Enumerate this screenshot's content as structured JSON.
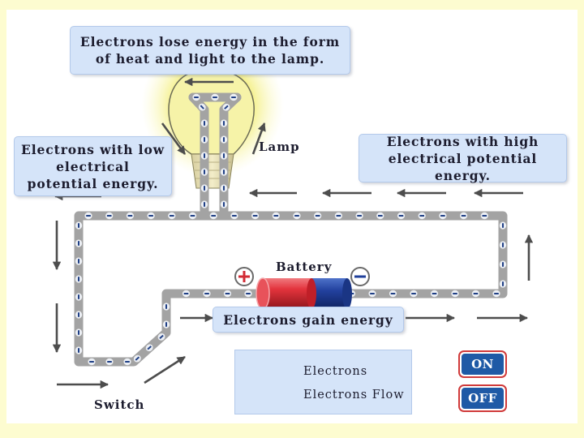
{
  "callouts": {
    "lamp_energy": "Electrons lose energy in the form\nof heat and light to the lamp.",
    "low_potential": "Electrons with low\nelectrical\npotential energy.",
    "high_potential": "Electrons with high\nelectrical potential energy.",
    "gain_energy": "Electrons gain energy"
  },
  "labels": {
    "lamp": "Lamp",
    "battery": "Battery",
    "switch": "Switch"
  },
  "legend": {
    "electrons": "Electrons",
    "electrons_flow": "Electrons Flow"
  },
  "buttons": {
    "on": "ON",
    "off": "OFF"
  },
  "symbols": {
    "electron": "−",
    "plus": "+",
    "minus": "−"
  },
  "colors": {
    "background": "#fdfcd0",
    "callout": "#d5e4f9",
    "wire": "#a3a3a3",
    "electron_fill": "#eceff4",
    "electron_mark": "#1f3f85",
    "arrow": "#4d4d4d",
    "battery_red": "#d22a33",
    "battery_blue": "#1f3f9a",
    "button_blue": "#1f5aa6",
    "button_border": "#d03a3a",
    "lamp_glow": "#f4f06a"
  },
  "icons": {
    "electron": "minus-circle-icon",
    "flow": "arrow-right-icon",
    "positive_terminal": "plus-circle-icon",
    "negative_terminal": "minus-circle-icon"
  }
}
